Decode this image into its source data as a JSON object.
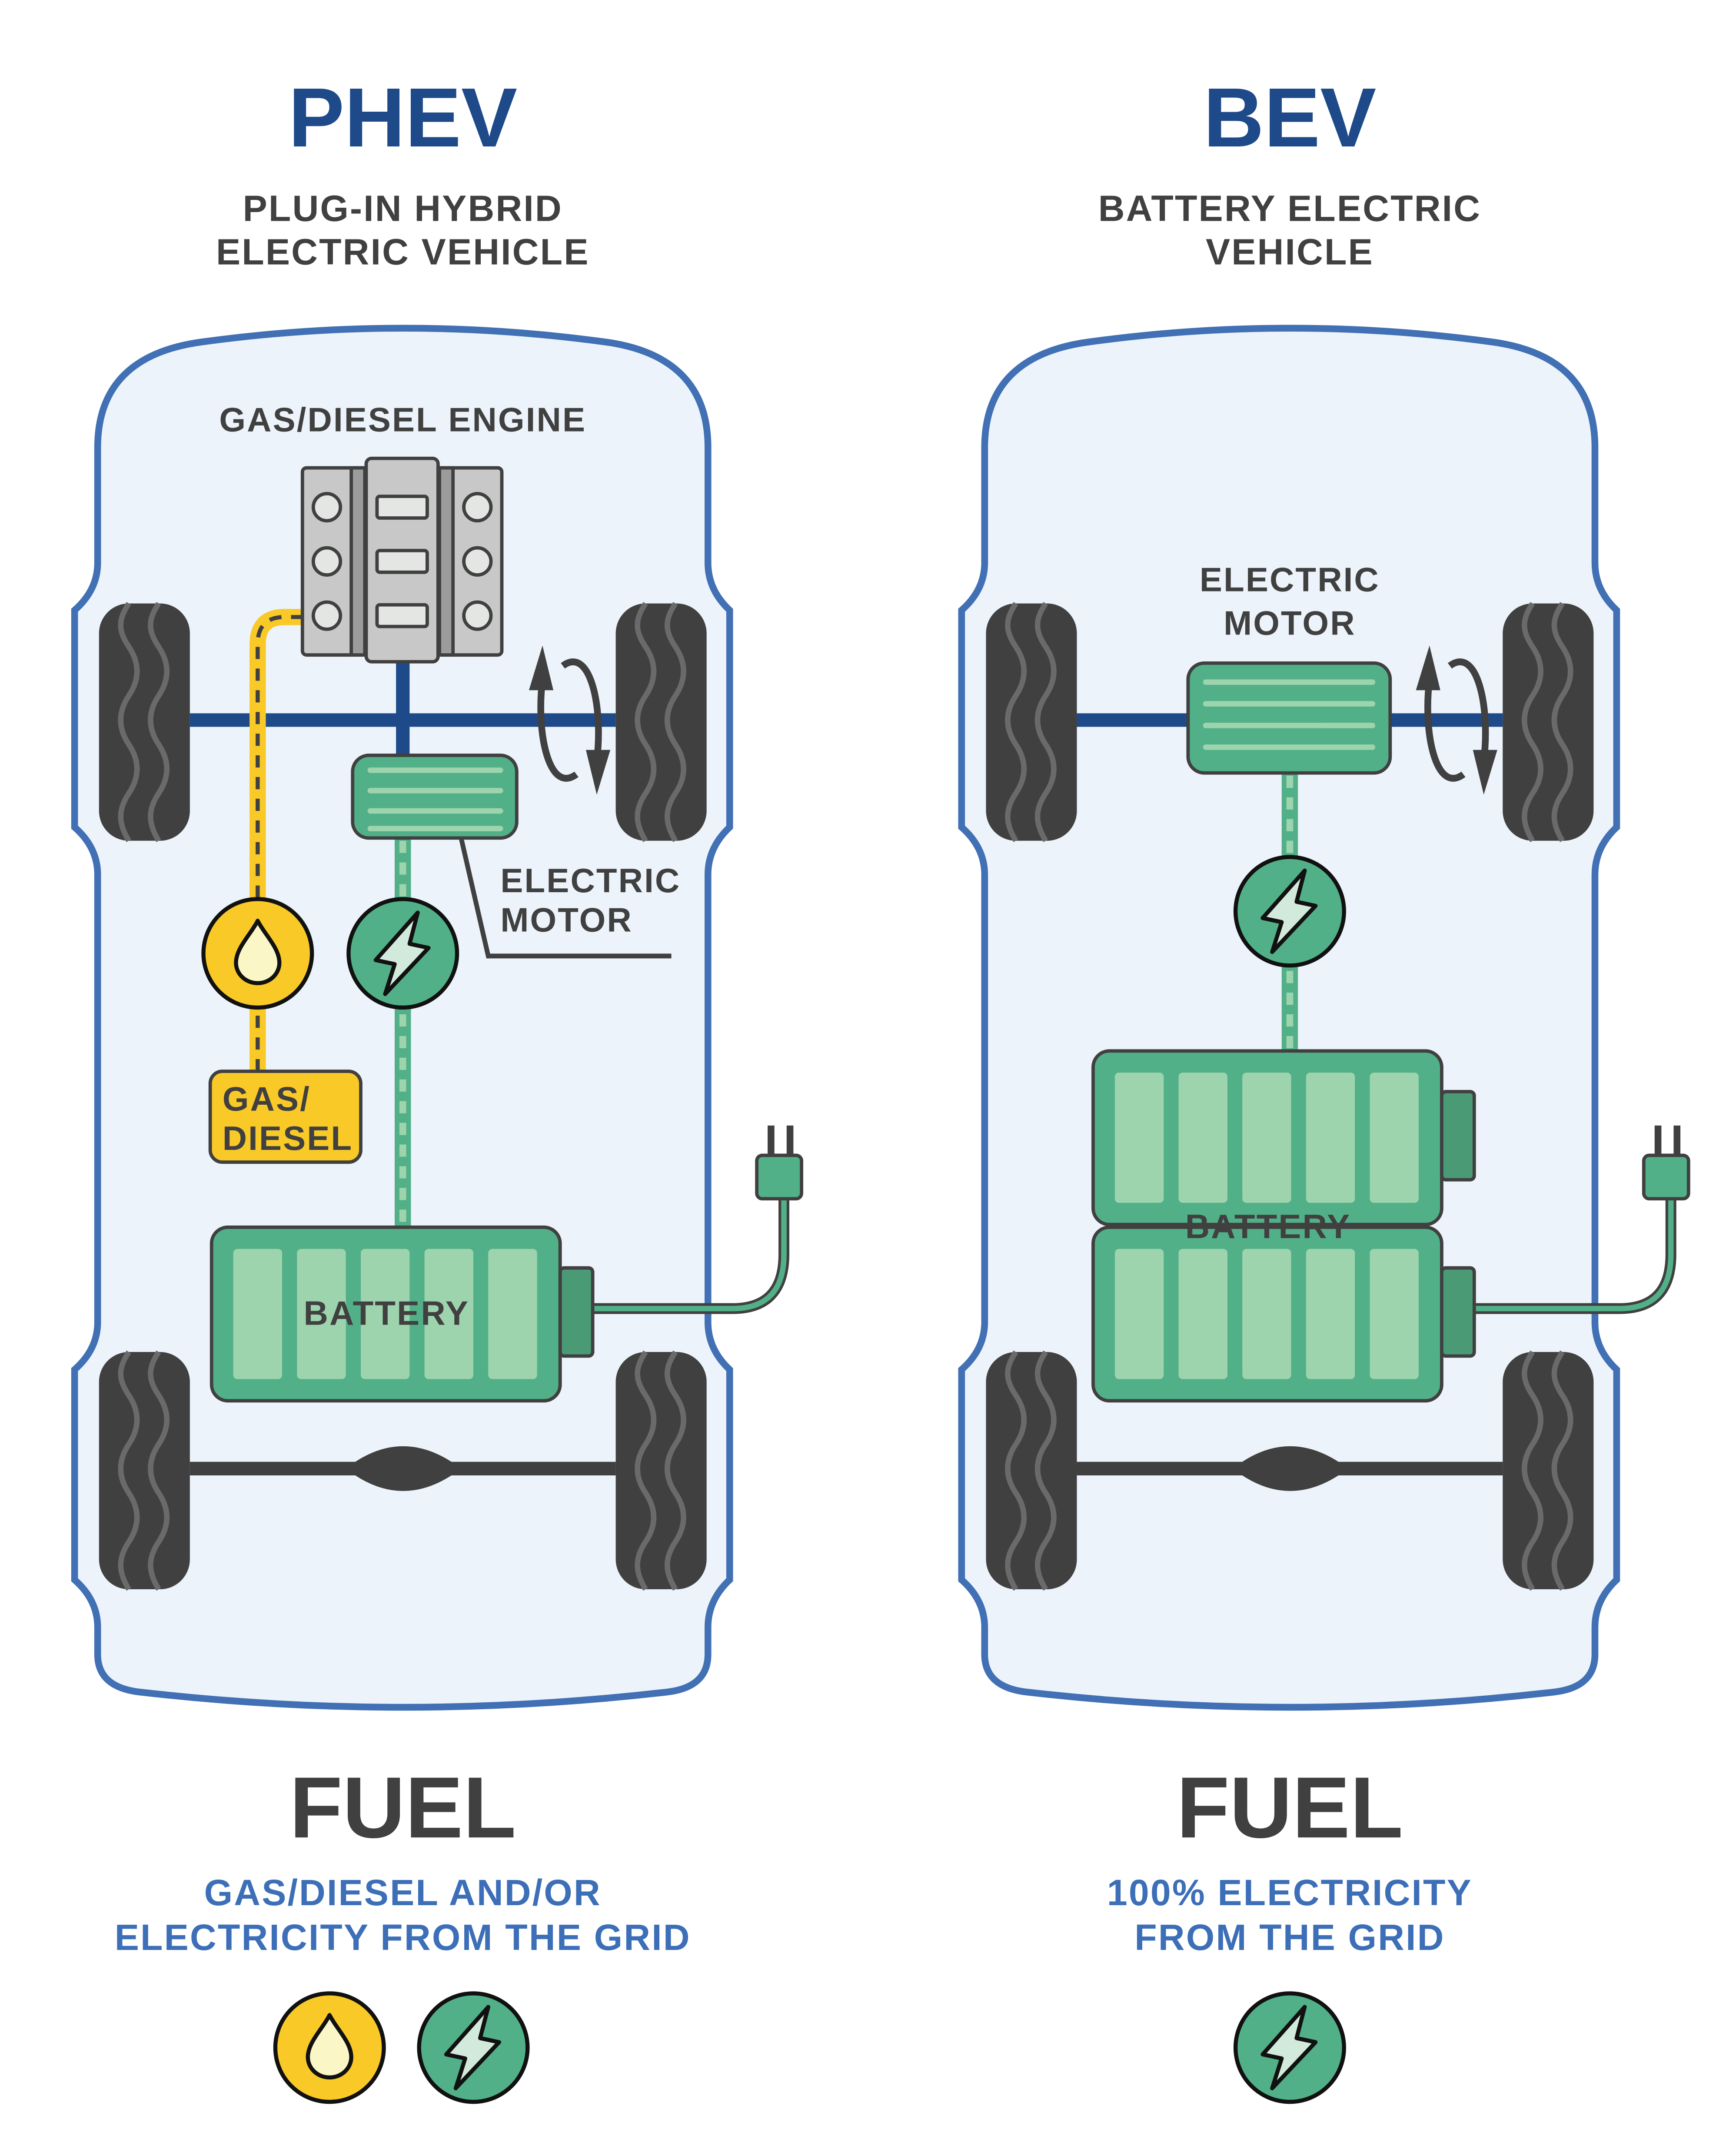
{
  "phev": {
    "title": "PHEV",
    "subtitle_line1": "PLUG-IN HYBRID",
    "subtitle_line2": "ELECTRIC VEHICLE",
    "engine_label": "GAS/DIESEL ENGINE",
    "motor_label_line1": "ELECTRIC",
    "motor_label_line2": "MOTOR",
    "tank_label_line1": "GAS/",
    "tank_label_line2": "DIESEL",
    "battery_label": "BATTERY",
    "fuel_heading": "FUEL",
    "fuel_desc_line1": "GAS/DIESEL AND/OR",
    "fuel_desc_line2": "ELECTRICITY FROM THE GRID",
    "fuel_icons": [
      "fuel-drop-icon",
      "lightning-icon"
    ]
  },
  "bev": {
    "title": "BEV",
    "subtitle_line1": "BATTERY ELECTRIC",
    "subtitle_line2": "VEHICLE",
    "motor_label_line1": "ELECTRIC",
    "motor_label_line2": "MOTOR",
    "battery_label": "BATTERY",
    "fuel_heading": "FUEL",
    "fuel_desc_line1": "100% ELECTRICITY",
    "fuel_desc_line2": "FROM THE GRID",
    "fuel_icons": [
      "lightning-icon"
    ]
  },
  "colors": {
    "title_blue": "#1e4a8a",
    "desc_blue": "#3d6fb8",
    "car_outline": "#4270b5",
    "car_fill": "#ecf3fa",
    "electric_green": "#52b088",
    "fuel_yellow": "#f9c927",
    "dark": "#404040"
  }
}
